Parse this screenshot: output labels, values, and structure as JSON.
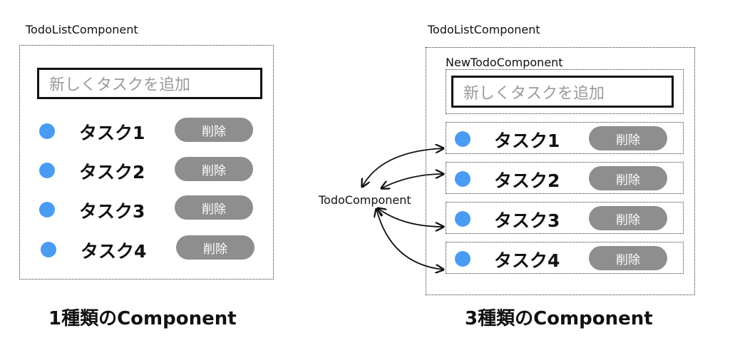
{
  "left": {
    "container_label": "TodoListComponent",
    "input_placeholder": "新しくタスクを追加",
    "tasks": [
      {
        "label": "タスク1",
        "button": "削除"
      },
      {
        "label": "タスク2",
        "button": "削除"
      },
      {
        "label": "タスク3",
        "button": "削除"
      },
      {
        "label": "タスク4",
        "button": "削除"
      }
    ],
    "caption": "1種類のComponent"
  },
  "right": {
    "container_label": "TodoListComponent",
    "new_todo_label": "NewTodoComponent",
    "input_placeholder": "新しくタスクを追加",
    "tasks": [
      {
        "label": "タスク1",
        "button": "削除"
      },
      {
        "label": "タスク2",
        "button": "削除"
      },
      {
        "label": "タスク3",
        "button": "削除"
      },
      {
        "label": "タスク4",
        "button": "削除"
      }
    ],
    "todo_component_label": "TodoComponent",
    "caption": "3種類のComponent"
  },
  "colors": {
    "dot": "#4a9cf2",
    "button": "#8e8e8e",
    "placeholder": "#9a9a9a"
  }
}
